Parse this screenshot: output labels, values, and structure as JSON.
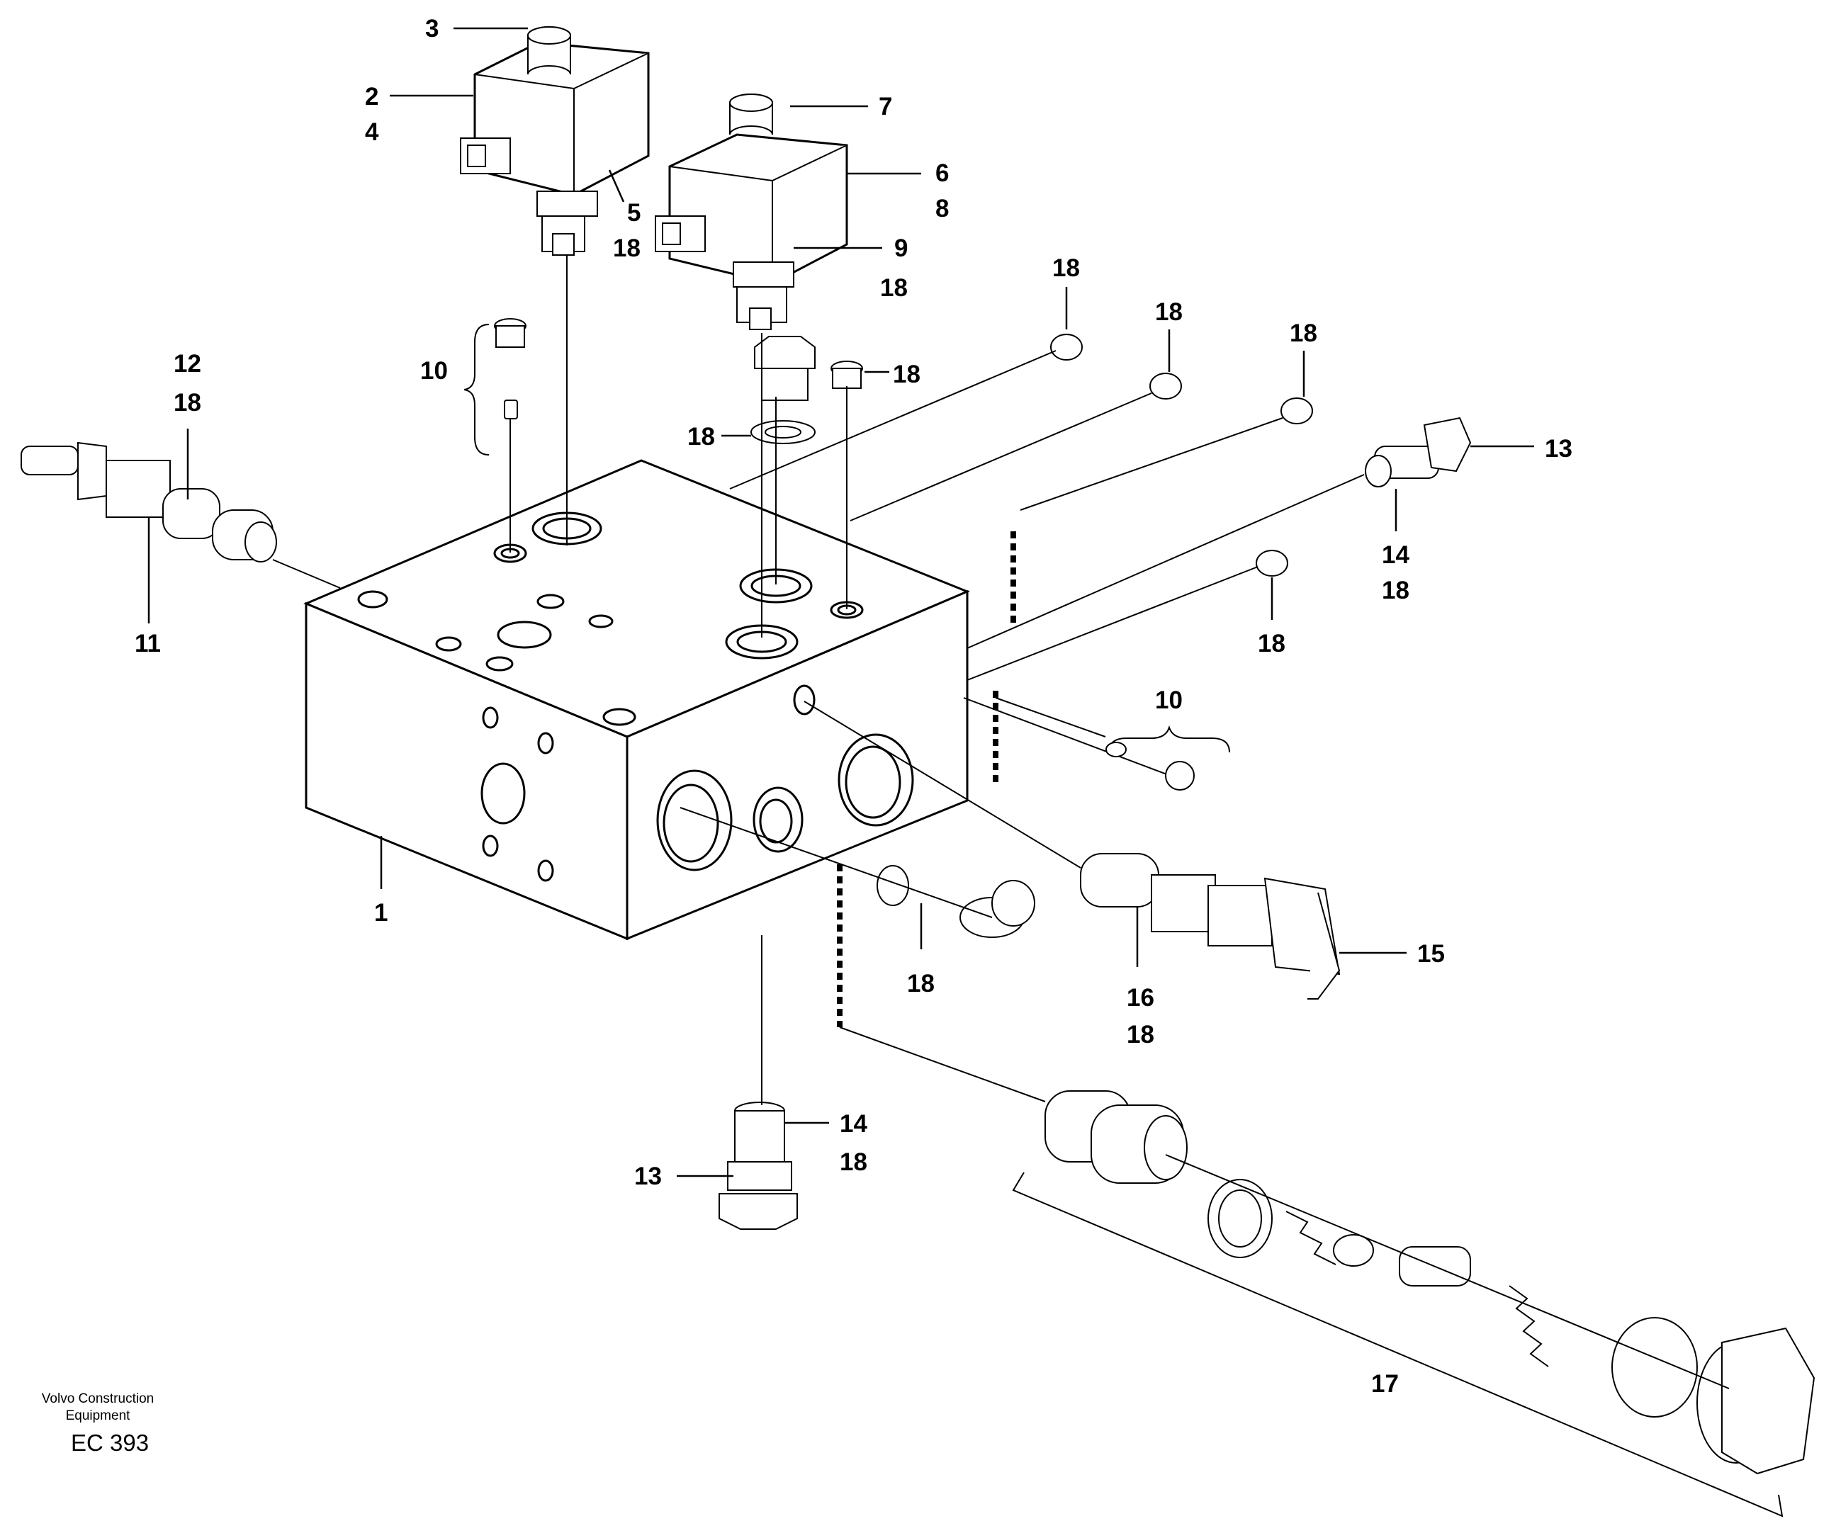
{
  "callouts": {
    "c3": "3",
    "c2": "2",
    "c4": "4",
    "c5": "5",
    "c18_sol1": "18",
    "c7": "7",
    "c6": "6",
    "c8": "8",
    "c9": "9",
    "c18_sol2": "18",
    "c18_p1": "18",
    "c18_p2": "18",
    "c18_p3": "18",
    "c10_top": "10",
    "c18_plug": "18",
    "c18_washer": "18",
    "c12": "12",
    "c18_c12": "18",
    "c11": "11",
    "c13_right": "13",
    "c14_right": "14",
    "c18_c14_right": "18",
    "c18_right_plug": "18",
    "c10_right": "10",
    "c1": "1",
    "c18_bottom_washer": "18",
    "c15": "15",
    "c16": "16",
    "c18_c16": "18",
    "c14_bottom": "14",
    "c18_c14_bottom": "18",
    "c13_bottom": "13",
    "c17": "17"
  },
  "footer": {
    "brand_line1": "Volvo Construction",
    "brand_line2": "Equipment",
    "drawing_code": "EC 393"
  }
}
